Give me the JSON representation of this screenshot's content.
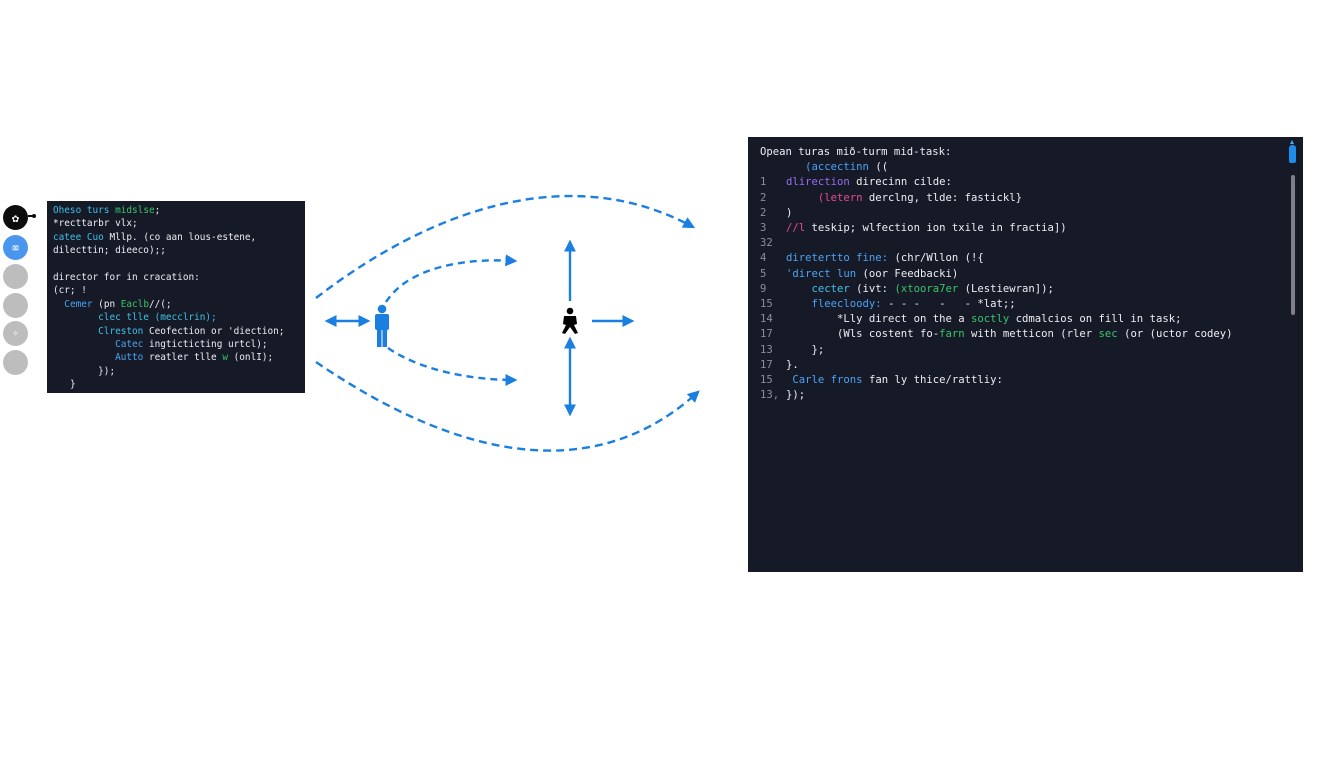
{
  "sidebar": {
    "icons": [
      {
        "name": "app-logo-icon",
        "glyph": "✿",
        "state": "primary"
      },
      {
        "name": "window-icon",
        "glyph": "⌧",
        "state": "active"
      },
      {
        "name": "placeholder-icon-1",
        "glyph": "",
        "state": "default"
      },
      {
        "name": "placeholder-icon-2",
        "glyph": "",
        "state": "default"
      },
      {
        "name": "small-tool-icon",
        "glyph": "✧",
        "state": "default"
      },
      {
        "name": "placeholder-icon-3",
        "glyph": "",
        "state": "default"
      }
    ]
  },
  "small_panel": {
    "lines": [
      {
        "indent": "",
        "parts": [
          {
            "t": "Oheso turs ",
            "c": "c-cyan"
          },
          {
            "t": "midslse",
            "c": "c-green"
          },
          {
            "t": ";",
            "c": "c-white"
          }
        ]
      },
      {
        "indent": "",
        "parts": [
          {
            "t": "*recttarbr ",
            "c": "c-white"
          },
          {
            "t": "vlx;",
            "c": "c-white"
          }
        ]
      },
      {
        "indent": "",
        "parts": [
          {
            "t": "catee Cuo ",
            "c": "c-cyan"
          },
          {
            "t": "Mllp. (co aan lous-estene,",
            "c": "c-white"
          }
        ]
      },
      {
        "indent": "",
        "parts": [
          {
            "t": "dilecttin; dieeco);;",
            "c": "c-white"
          }
        ]
      },
      {
        "indent": "",
        "parts": []
      },
      {
        "indent": "",
        "parts": [
          {
            "t": "director for in cracation:",
            "c": "c-white"
          }
        ]
      },
      {
        "indent": "",
        "parts": [
          {
            "t": "(cr; !",
            "c": "c-white"
          }
        ]
      },
      {
        "indent": "  ",
        "parts": [
          {
            "t": "Cemer ",
            "c": "c-blue"
          },
          {
            "t": "(pn ",
            "c": "c-white"
          },
          {
            "t": "Eaclb",
            "c": "c-green"
          },
          {
            "t": "//(;",
            "c": "c-white"
          }
        ]
      },
      {
        "indent": "        ",
        "parts": [
          {
            "t": "clec tlle ",
            "c": "c-cyan"
          },
          {
            "t": "(mecclrin);",
            "c": "c-cyan"
          }
        ]
      },
      {
        "indent": "        ",
        "parts": [
          {
            "t": "Clreston ",
            "c": "c-cyan"
          },
          {
            "t": "Ceofection or 'diection;",
            "c": "c-white"
          }
        ]
      },
      {
        "indent": "           ",
        "parts": [
          {
            "t": "Catec ",
            "c": "c-blue"
          },
          {
            "t": "ingticticting urtcl);",
            "c": "c-white"
          }
        ]
      },
      {
        "indent": "           ",
        "parts": [
          {
            "t": "Autto ",
            "c": "c-blue"
          },
          {
            "t": "reatler tlle ",
            "c": "c-white"
          },
          {
            "t": "w",
            "c": "c-green"
          },
          {
            "t": " (onlI);",
            "c": "c-white"
          }
        ]
      },
      {
        "indent": "        ",
        "parts": [
          {
            "t": "});",
            "c": "c-white"
          }
        ]
      },
      {
        "indent": "   ",
        "parts": [
          {
            "t": "}",
            "c": "c-white"
          }
        ]
      }
    ]
  },
  "large_panel": {
    "lines": [
      {
        "ln": "",
        "indent": "",
        "parts": [
          {
            "t": "Opean turas mið-turm mid-task:",
            "c": "c-white"
          }
        ]
      },
      {
        "ln": "",
        "indent": "   ",
        "parts": [
          {
            "t": "(accectinn ",
            "c": "c-blue"
          },
          {
            "t": "((",
            "c": "c-white"
          }
        ]
      },
      {
        "ln": "1",
        "indent": "",
        "parts": [
          {
            "t": "dlirection ",
            "c": "c-purple"
          },
          {
            "t": "direcinn cilde:",
            "c": "c-white"
          }
        ]
      },
      {
        "ln": "2",
        "indent": "     ",
        "parts": [
          {
            "t": "(letern ",
            "c": "c-pink"
          },
          {
            "t": "derclng, tlde: fastickl}",
            "c": "c-white"
          }
        ]
      },
      {
        "ln": "2",
        "indent": "",
        "parts": [
          {
            "t": ")",
            "c": "c-white"
          }
        ]
      },
      {
        "ln": "3",
        "indent": "",
        "parts": [
          {
            "t": "//l ",
            "c": "c-pink"
          },
          {
            "t": "teskip; wlfection ion txile in fractia])",
            "c": "c-white"
          }
        ]
      },
      {
        "ln": "32",
        "indent": "",
        "parts": []
      },
      {
        "ln": "4",
        "indent": "",
        "parts": [
          {
            "t": "diretertto fine: ",
            "c": "c-blue"
          },
          {
            "t": "(chr/Wllon (!{",
            "c": "c-white"
          }
        ]
      },
      {
        "ln": "5",
        "indent": "",
        "parts": [
          {
            "t": "'direct lun ",
            "c": "c-blue"
          },
          {
            "t": "(oor Feedbacki)",
            "c": "c-white"
          }
        ]
      },
      {
        "ln": "9",
        "indent": "    ",
        "parts": [
          {
            "t": "cecter ",
            "c": "c-cyan"
          },
          {
            "t": "(ivt: ",
            "c": "c-white"
          },
          {
            "t": "(xtoora7er",
            "c": "c-green"
          },
          {
            "t": " (Lestiewran]);",
            "c": "c-white"
          }
        ]
      },
      {
        "ln": "15",
        "indent": "    ",
        "parts": [
          {
            "t": "fleecloody: ",
            "c": "c-blue"
          },
          {
            "t": "- - -   -   - *lat;;",
            "c": "c-white"
          }
        ]
      },
      {
        "ln": "14",
        "indent": "        ",
        "parts": [
          {
            "t": "*Lly direct on the a ",
            "c": "c-white"
          },
          {
            "t": "soctly",
            "c": "c-green"
          },
          {
            "t": " cdmalcios on fill in task;",
            "c": "c-white"
          }
        ]
      },
      {
        "ln": "17",
        "indent": "        ",
        "parts": [
          {
            "t": "(Wls costent fo-",
            "c": "c-white"
          },
          {
            "t": "farn",
            "c": "c-green"
          },
          {
            "t": " with metticon (rler ",
            "c": "c-white"
          },
          {
            "t": "sec",
            "c": "c-green"
          },
          {
            "t": " (or (uctor codey)",
            "c": "c-white"
          }
        ]
      },
      {
        "ln": "13",
        "indent": "    ",
        "parts": [
          {
            "t": "};",
            "c": "c-white"
          }
        ]
      },
      {
        "ln": "17",
        "indent": "",
        "parts": [
          {
            "t": "}.",
            "c": "c-white"
          }
        ]
      },
      {
        "ln": "15",
        "indent": " ",
        "parts": [
          {
            "t": "Carle frons ",
            "c": "c-blue"
          },
          {
            "t": "fan ly thice/rattliy:",
            "c": "c-white"
          }
        ]
      },
      {
        "ln": "13,",
        "indent": "",
        "parts": [
          {
            "t": "});",
            "c": "c-white"
          }
        ]
      }
    ]
  },
  "diagram": {
    "nodes": [
      {
        "name": "person-blue",
        "label": "standing person",
        "color": "#1a7fe0"
      },
      {
        "name": "person-black",
        "label": "walking person",
        "color": "#000000"
      }
    ],
    "edges": [
      {
        "name": "upper-outer-dashed-arrow",
        "style": "dashed",
        "from": "left-panel",
        "to": "right-panel"
      },
      {
        "name": "lower-outer-dashed-arrow",
        "style": "dashed",
        "from": "left-panel",
        "to": "right-panel"
      },
      {
        "name": "upper-inner-dashed-arrow",
        "style": "dashed",
        "from": "person-blue",
        "to": "center"
      },
      {
        "name": "lower-inner-dashed-arrow",
        "style": "dashed",
        "from": "person-blue",
        "to": "center"
      },
      {
        "name": "double-arrow-left",
        "style": "solid",
        "from": "left-panel",
        "to": "person-blue"
      },
      {
        "name": "up-arrow",
        "style": "solid",
        "from": "person-black",
        "to": "up"
      },
      {
        "name": "right-arrow",
        "style": "solid",
        "from": "person-black",
        "to": "right"
      },
      {
        "name": "vertical-double-arrow",
        "style": "solid",
        "from": "person-black",
        "to": "down"
      }
    ],
    "arrow_color": "#1a7fe0"
  }
}
